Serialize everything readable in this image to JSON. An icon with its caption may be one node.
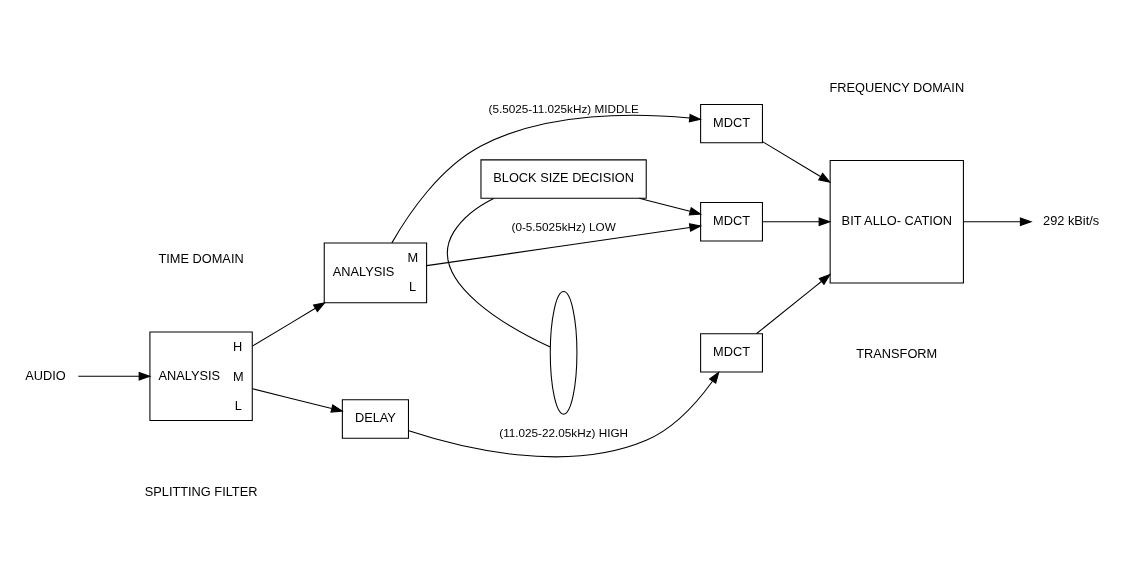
{
  "diagram": {
    "nodes": [
      {
        "text": [
          "AUDIO"
        ]
      },
      {
        "text": [
          "ANALYSIS",
          "H",
          "M",
          "L"
        ]
      },
      {
        "text": [
          "DELAY"
        ]
      },
      {
        "text": [
          "ANALYSIS",
          "M",
          "L"
        ]
      },
      {
        "text": [],
        "shape": "ellipse"
      },
      {
        "text": [
          "MDCT"
        ]
      },
      {
        "text": [
          "MDCT"
        ]
      },
      {
        "text": [
          "MDCT"
        ]
      },
      {
        "text": [
          "BIT ALLO- CATION"
        ]
      },
      {
        "text": [
          "BLOCK SIZE DECISION"
        ]
      },
      {
        "text": [
          "292 kBit/s"
        ]
      }
    ],
    "edges": [
      {
        "from": 0,
        "to": 1,
        "arrow": "to"
      },
      {
        "from": 1,
        "to": 2,
        "arrow": "to"
      },
      {
        "from": 1,
        "to": 3,
        "arrow": "to"
      },
      {
        "from": 2,
        "to": 5,
        "arrow": "to",
        "label": "(11.025-22.05kHz) HIGH"
      },
      {
        "from": 3,
        "to": 6,
        "arrow": "to",
        "label": "(5.5025-11.025kHz) MIDDLE"
      },
      {
        "from": 3,
        "to": 7,
        "arrow": "to",
        "label": "(0-5.5025kHz) LOW"
      },
      {
        "from": 4,
        "to": 9,
        "arrow": "none"
      },
      {
        "from": 9,
        "to": 7,
        "arrow": "to"
      },
      {
        "from": 5,
        "to": 8,
        "arrow": "to"
      },
      {
        "from": 6,
        "to": 8,
        "arrow": "to"
      },
      {
        "from": 7,
        "to": 8,
        "arrow": "to"
      },
      {
        "from": 8,
        "to": 10,
        "arrow": "to"
      }
    ],
    "labels": [
      "TIME DOMAIN",
      "FREQUENCY DOMAIN",
      "SPLITTING FILTER",
      "TRANSFORM"
    ]
  }
}
